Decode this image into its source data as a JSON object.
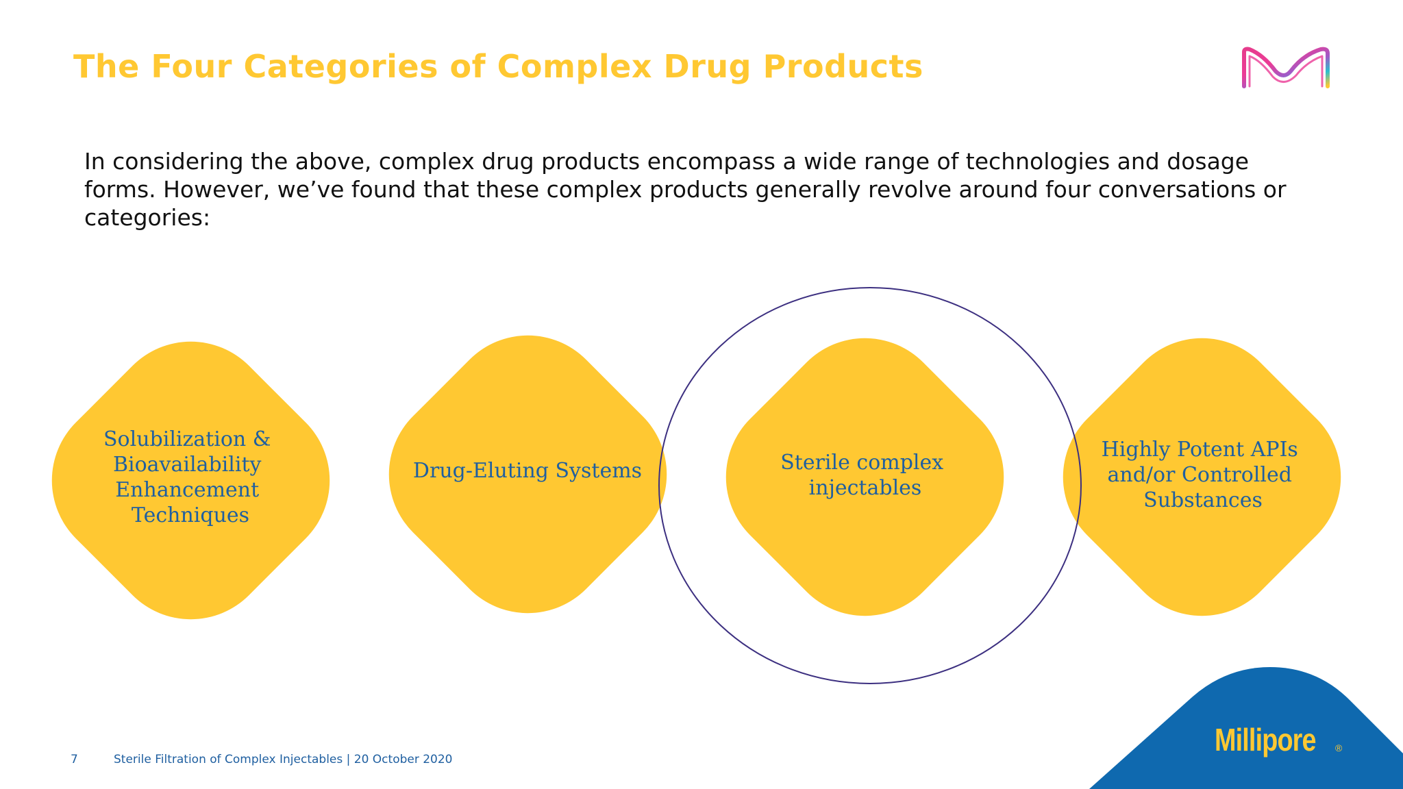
{
  "slide": {
    "title": "The Four Categories of Complex Drug Products",
    "intro": "In considering the above, complex drug products encompass a wide range of technologies and dosage forms. However, we’ve found that these complex products generally revolve around four conversations or categories:",
    "categories": [
      {
        "lines": [
          "Solubilization &",
          "Bioavailability",
          "Enhancement",
          "Techniques"
        ]
      },
      {
        "lines": [
          "Drug-Eluting Systems"
        ]
      },
      {
        "lines": [
          "Sterile complex",
          "injectables"
        ],
        "highlighted": true
      },
      {
        "lines": [
          "Highly Potent APIs",
          "and/or Controlled",
          "Substances"
        ]
      }
    ],
    "footer": {
      "page_number": "7",
      "text": "Sterile Filtration of Complex Injectables | 20 October 2020"
    },
    "brand": {
      "wordmark": "Millipore",
      "registered_mark": "®"
    }
  },
  "colors": {
    "title": "#FFC832",
    "shape_fill": "#FFC832",
    "category_text": "#1F5FA0",
    "highlight_ring": "#3C2F80",
    "brand_blue": "#0F69AF",
    "body_text": "#111111"
  },
  "icons": {
    "logo": "merck-m-logo-icon"
  }
}
